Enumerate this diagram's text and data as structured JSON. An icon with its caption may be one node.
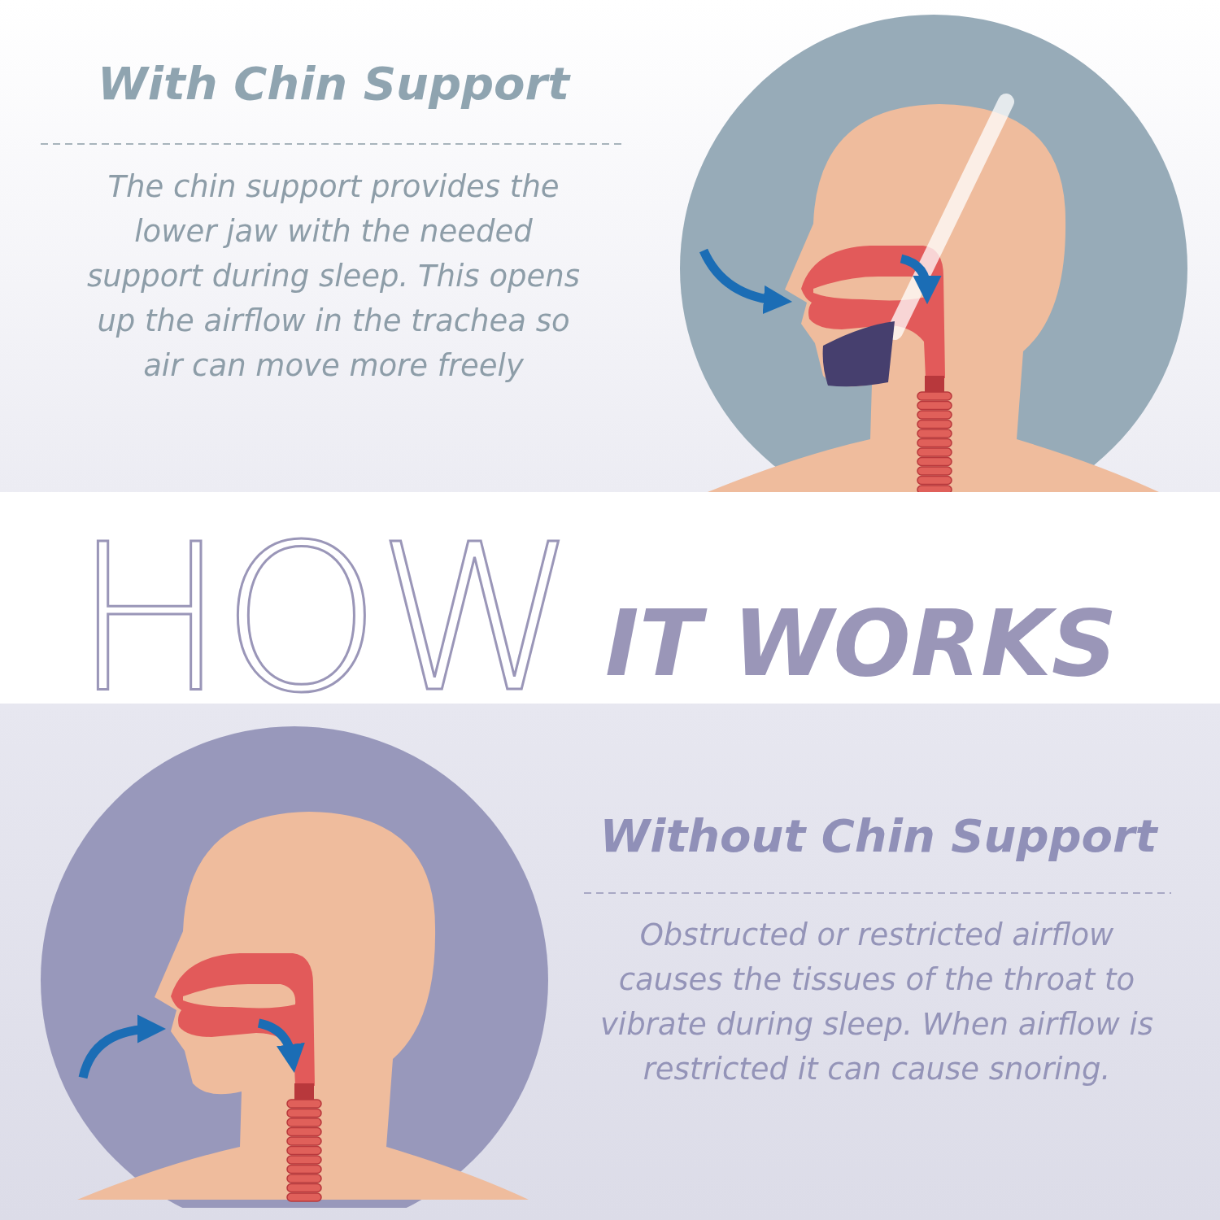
{
  "diagram": {
    "title": "HOW IT WORKS",
    "labels": [
      "With Chin Support",
      "The chin support provides the lower jaw with the needed support during sleep. This opens up the airflow in the trachea so air can move more freely",
      "Without Chin Support",
      "Obstructed or restricted airflow causes the tissues of the throat to vibrate during sleep. When airflow is restricted it can cause snoring."
    ]
  }
}
